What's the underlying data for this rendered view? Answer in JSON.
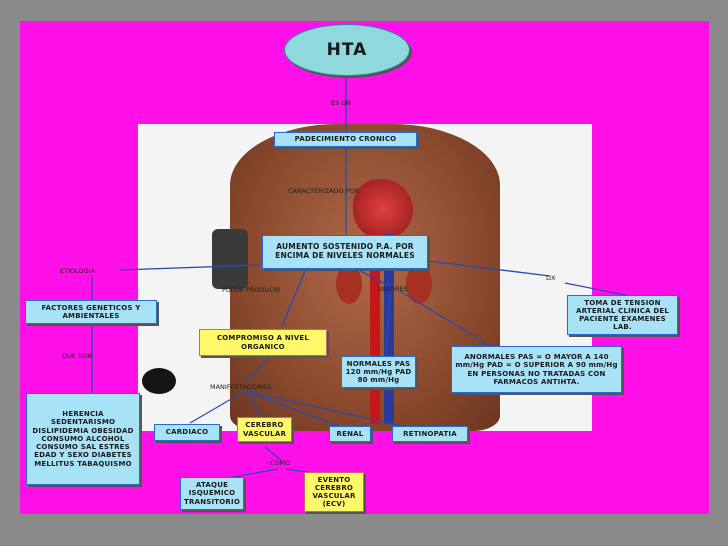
{
  "background_color": "#8a8a8a",
  "slide_color": "#ff10e8",
  "root": "HTA",
  "link_labels": {
    "es_un": "ES UN",
    "caracterizado_por": "CARACTERIZADO POR",
    "etiologia": "ETIOLOGIA",
    "dx": "DX",
    "puede_producir": "PUEDE PRODUCIR",
    "valores": "VALORES",
    "que_son": "QUE SON",
    "manifestaciones": "MANIFESTACIONES",
    "como": "COMO"
  },
  "nodes": {
    "padecimiento": "PADECIMIENTO CRONICO",
    "aumento": "AUMENTO SOSTENIDO P.A. POR ENCIMA DE NIVELES NORMALES",
    "factores": "FACTORES GENETICOS Y AMBIENTALES",
    "toma": "TOMA DE TENSION ARTERIAL CLINICA DEL PACIENTE EXAMENES LAB.",
    "compromiso": "COMPROMISO A NIVEL ORGANICO",
    "normales": "NORMALES PAS 120 mm/Hg PAD 80 mm/Hg",
    "anormales": "ANORMALES PAS = O MAYOR A 140 mm/Hg PAD = O SUPERIOR A 90 mm/Hg EN PERSONAS NO TRATADAS CON FARMACOS ANTIHTA.",
    "herencia": "HERENCIA SEDENTARISMO DISLIPIDEMIA OBESIDAD CONSUMO ALCOHOL CONSUMO SAL ESTRES EDAD Y SEXO DIABETES MELLITUS TABAQUISMO",
    "cardiaco": "CARDIACO",
    "cerebro": "CEREBRO VASCULAR",
    "renal": "RENAL",
    "retinopatia": "RETINOPATIA",
    "ataque": "ATAQUE ISQUEMICO TRANSITORIO",
    "evento": "EVENTO CEREBRO VASCULAR (ECV)"
  }
}
